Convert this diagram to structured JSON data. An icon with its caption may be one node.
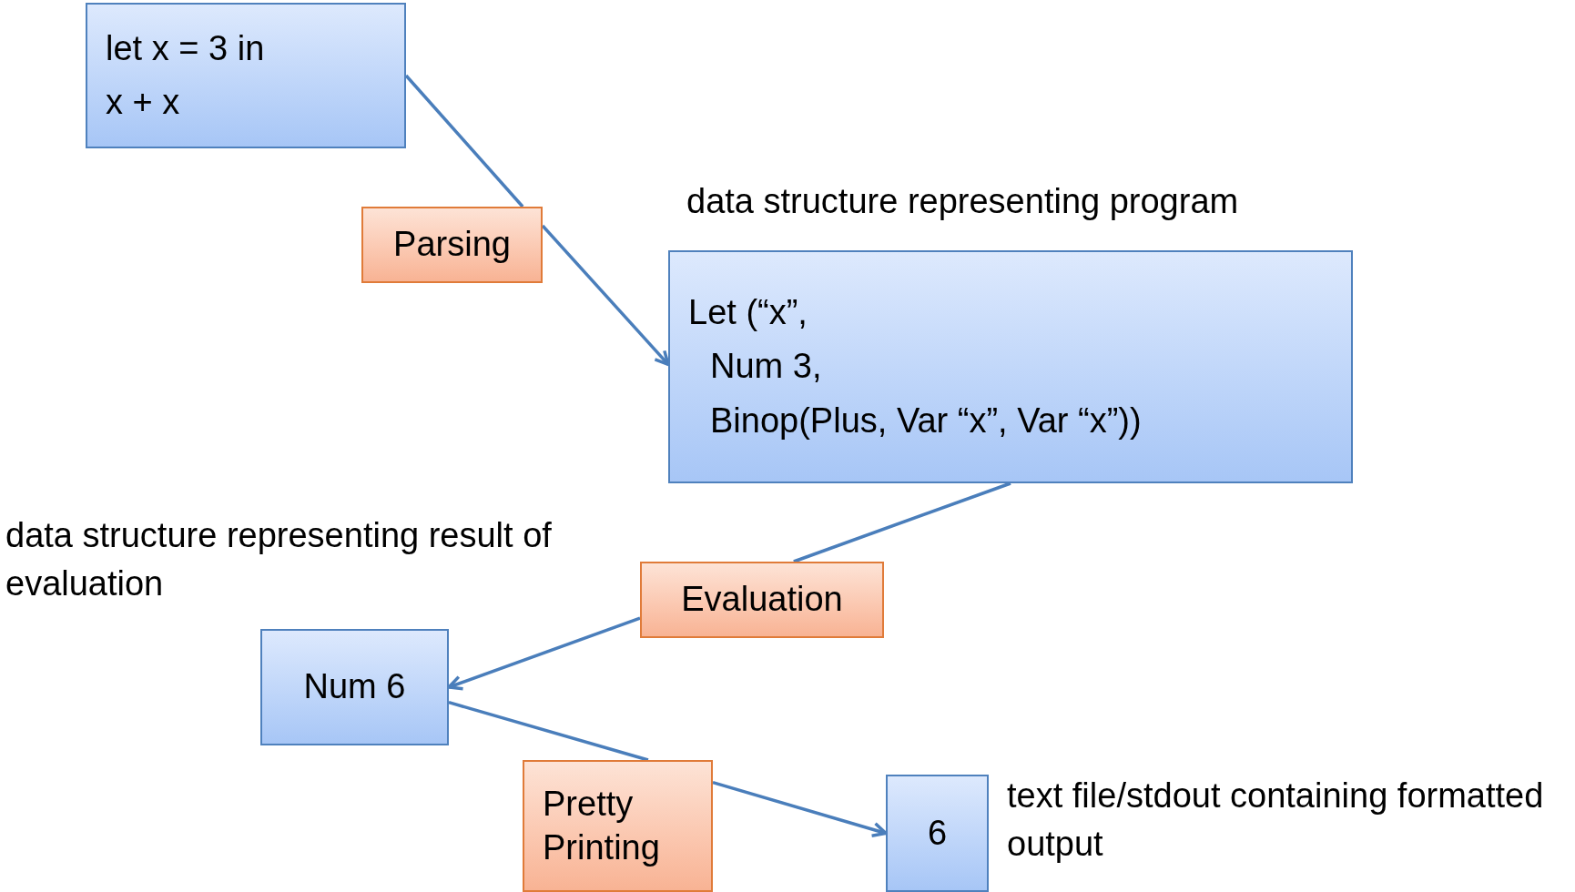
{
  "diagram": {
    "nodes": [
      {
        "text": [
          "let x = 3 in",
          "x + x"
        ]
      },
      {
        "text": [
          "Parsing"
        ]
      },
      {
        "text": [
          "Let (“x”,",
          "Num 3,",
          "Binop(Plus, Var “x”, Var “x”))"
        ],
        "beside": [
          "data structure representing program"
        ]
      },
      {
        "text": [
          "Evaluation"
        ]
      },
      {
        "text": [
          "Num 6"
        ],
        "beside": [
          "data structure representing result of evaluation"
        ]
      },
      {
        "text": [
          "Pretty Printing"
        ]
      },
      {
        "text": [
          "6"
        ],
        "beside": [
          "text file/stdout containing formatted output"
        ]
      }
    ],
    "edges": [
      {
        "from": 0,
        "to": 1,
        "arrow": "none"
      },
      {
        "from": 1,
        "to": 2,
        "arrow": "to"
      },
      {
        "from": 2,
        "to": 3,
        "arrow": "none"
      },
      {
        "from": 3,
        "to": 4,
        "arrow": "to"
      },
      {
        "from": 4,
        "to": 5,
        "arrow": "none"
      },
      {
        "from": 5,
        "to": 6,
        "arrow": "to"
      }
    ]
  }
}
